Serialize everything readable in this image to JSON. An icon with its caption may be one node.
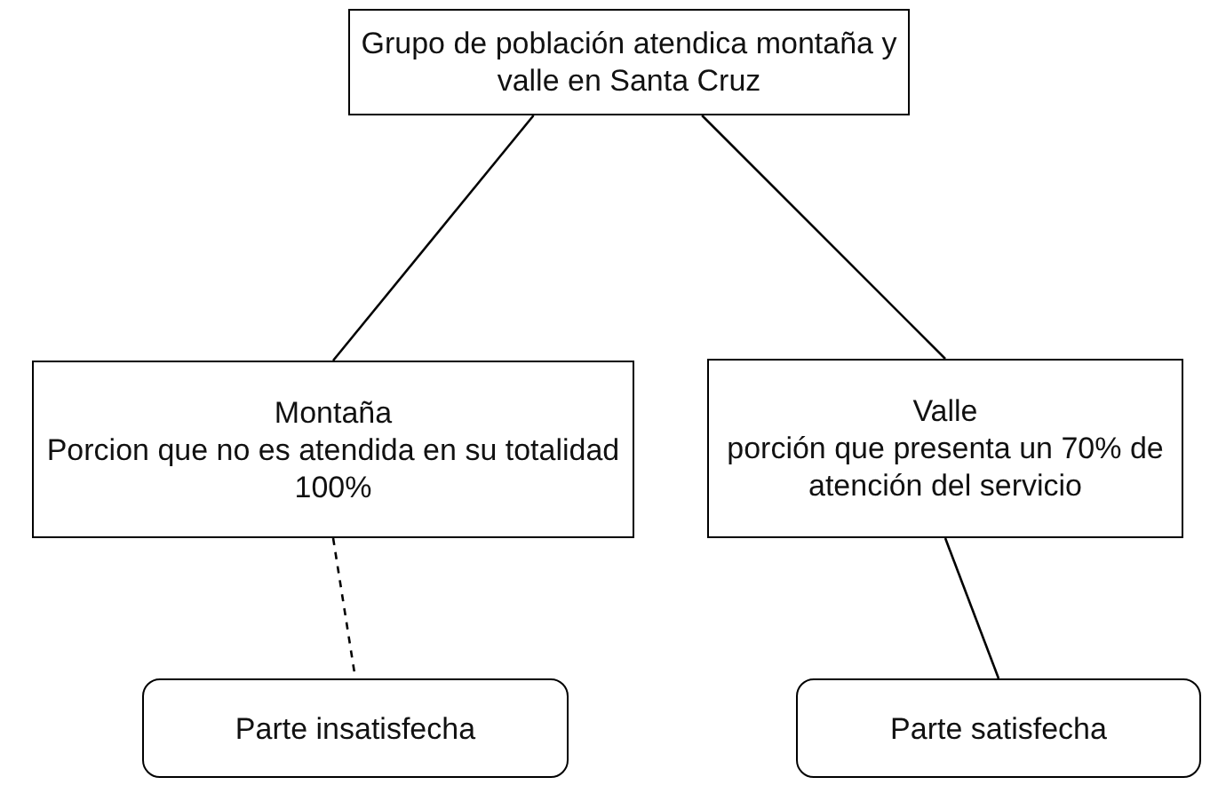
{
  "diagram": {
    "nodes": [
      {
        "text": [
          "Grupo de población atendica montaña y valle en Santa Cruz"
        ]
      },
      {
        "text": [
          "Montaña",
          "Porcion que no es atendida en su totalidad 100%"
        ]
      },
      {
        "text": [
          "Valle",
          "porción que presenta un 70% de atención del servicio"
        ]
      },
      {
        "text": [
          "Parte insatisfecha"
        ]
      },
      {
        "text": [
          "Parte satisfecha"
        ]
      }
    ],
    "edges": [
      {
        "from": 0,
        "to": 1,
        "arrow": "none"
      },
      {
        "from": 0,
        "to": 2,
        "arrow": "none"
      },
      {
        "from": 1,
        "to": 3,
        "arrow": "none",
        "style": "dashed"
      },
      {
        "from": 2,
        "to": 4,
        "arrow": "none"
      }
    ]
  }
}
